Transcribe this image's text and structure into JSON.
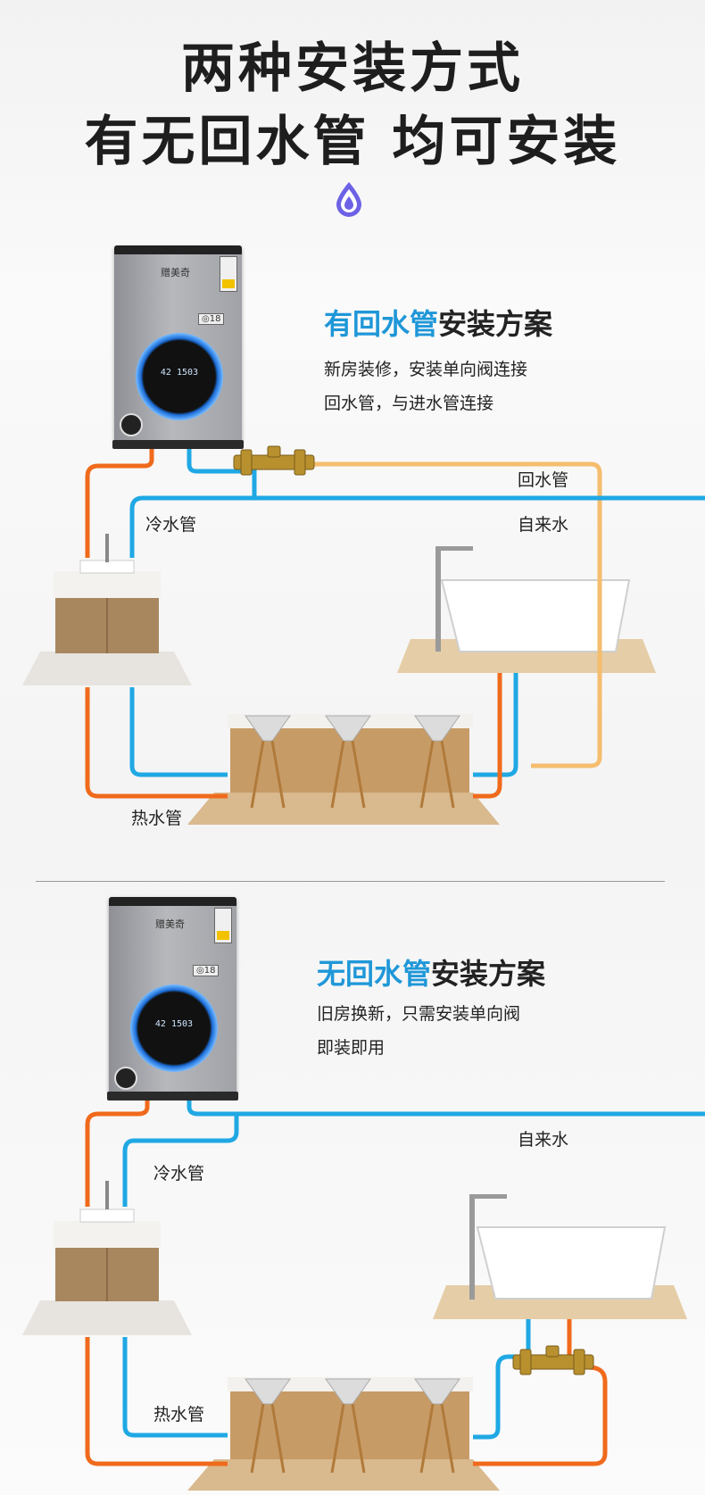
{
  "headline": {
    "line1": "两种安装方式",
    "line2": "有无回水管  均可安装"
  },
  "icons": {
    "drop": "water-drop-icon"
  },
  "colors": {
    "accent_blue": "#1f97d8",
    "hot_pipe": "#f06a1c",
    "cold_pipe": "#1fa8e4",
    "return_pipe": "#f5bd6e",
    "drop": "#6d62e6"
  },
  "heater": {
    "brand": "赠美奇",
    "rating": "◎18",
    "display": "42",
    "display_sub": "1503"
  },
  "scheme_return": {
    "title_blue": "有回水管",
    "title_rest": "安装方案",
    "desc_line1": "新房装修，安装单向阀连接",
    "desc_line2": "回水管，与进水管连接",
    "labels": {
      "return": "回水管",
      "tap": "自来水",
      "cold": "冷水管",
      "hot": "热水管"
    }
  },
  "scheme_noreturn": {
    "title_blue": "无回水管",
    "title_rest": "安装方案",
    "desc_line1": "旧房换新，只需安装单向阀",
    "desc_line2": "即装即用",
    "labels": {
      "tap": "自来水",
      "cold": "冷水管",
      "hot": "热水管"
    }
  }
}
